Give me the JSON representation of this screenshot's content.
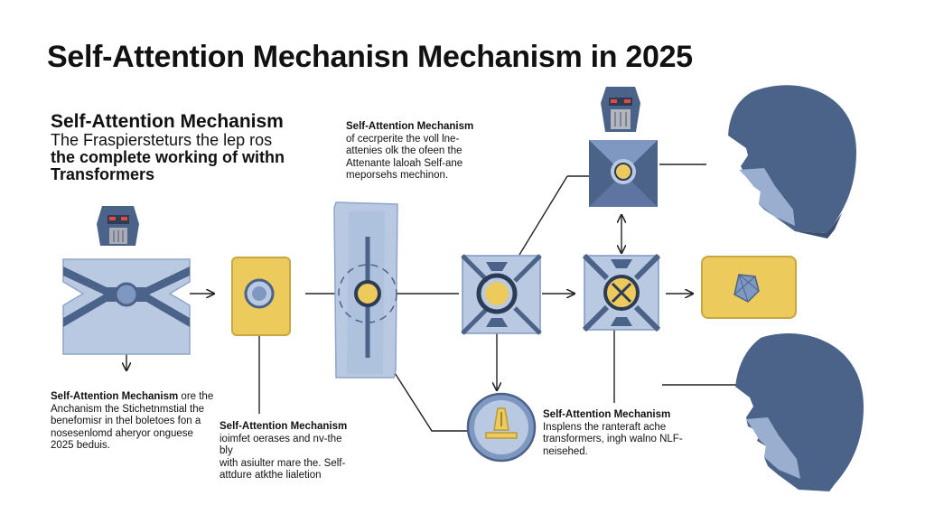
{
  "title": "Self-Attention Mechanisn Mechanism in 2025",
  "intro": {
    "heading": "Self-Attention Mechanism",
    "lines": [
      "The Fraspiersteturs the lep ros",
      "the complete working of withn",
      "Transformers"
    ]
  },
  "captions": {
    "top": {
      "heading": "Self-Attention Mechanism",
      "lines": [
        "of cecrperite the voll lne-",
        "attenies olk the ofeen the",
        "Attenante laloah Self-ane",
        "meporsehs mechinon."
      ]
    },
    "left": {
      "heading": "Self-Attention Mechanism",
      "heading_suffix": "ore the",
      "lines": [
        "Anchanism the Stichetnmstial the",
        "benefomisr in thel boletoes fon a",
        "nosesenlomd aheryor onguese",
        "2025 beduis."
      ]
    },
    "middle": {
      "heading": "Self-Attention Mechanism",
      "lines": [
        "ioimfet oerases and nv-the bly",
        "with asiulter mare the. Self-",
        "attdure atkthe lialetion"
      ]
    },
    "right": {
      "heading": "Self-Attention Mechanism",
      "lines": [
        "Insplens the ranteraft ache",
        "transformers, ingh walno NLF-",
        "neisehed."
      ]
    }
  },
  "colors": {
    "blue_dark": "#4b6289",
    "blue_mid": "#7f98c2",
    "blue_light": "#b9c9e2",
    "gold": "#eccb5c",
    "gold_dark": "#b99a3a",
    "text": "#111111"
  }
}
